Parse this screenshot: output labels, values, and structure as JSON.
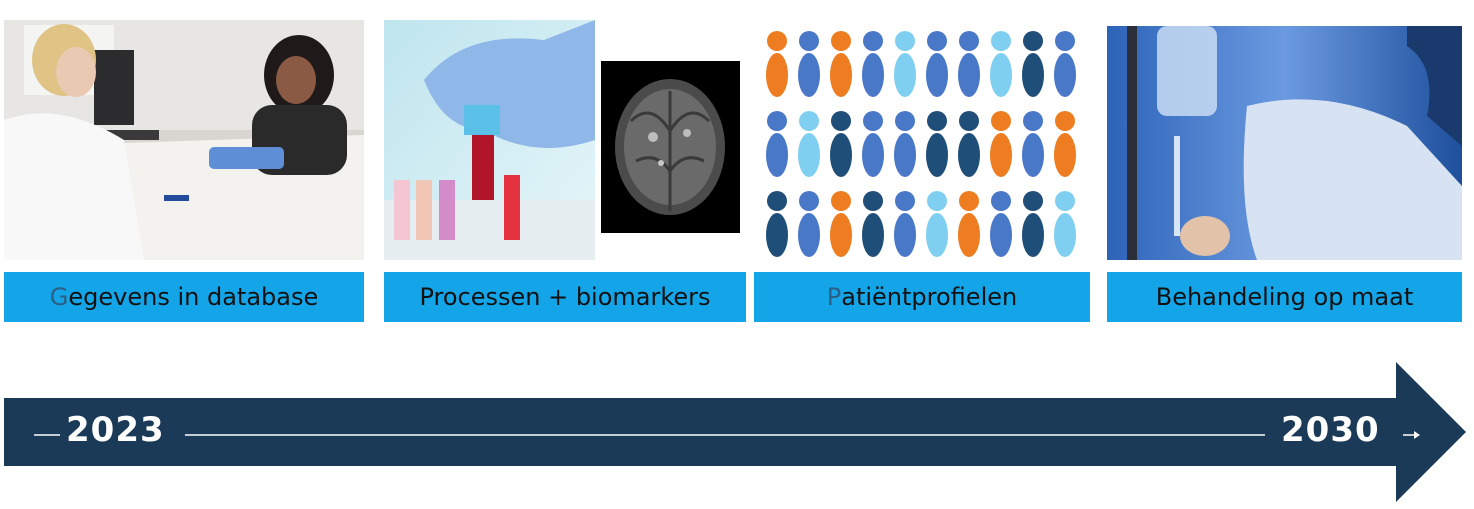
{
  "stages": [
    {
      "label_first": "G",
      "label_rest": "egevens in database"
    },
    {
      "label_first": "",
      "label_rest": "Processen + biomarkers"
    },
    {
      "label_first": "P",
      "label_rest": "atiëntprofielen"
    },
    {
      "label_first": "",
      "label_rest": "Behandeling op maat"
    }
  ],
  "timeline": {
    "start_year": "2023",
    "end_year": "2030"
  },
  "colors": {
    "label_bg": "#14a5e8",
    "timeline": "#1b3a57",
    "orange": "#ee7d22",
    "blue": "#4a78c9",
    "light_blue": "#7fcff0",
    "dark_blue": "#1f4e79"
  },
  "icons": {
    "panel1": "consultation-photo-icon",
    "panel2": "blood-tube-photo-icon",
    "panel2b": "brain-mri-icon",
    "panel3": "patient-figures-icon",
    "panel4": "infusion-photo-icon"
  }
}
